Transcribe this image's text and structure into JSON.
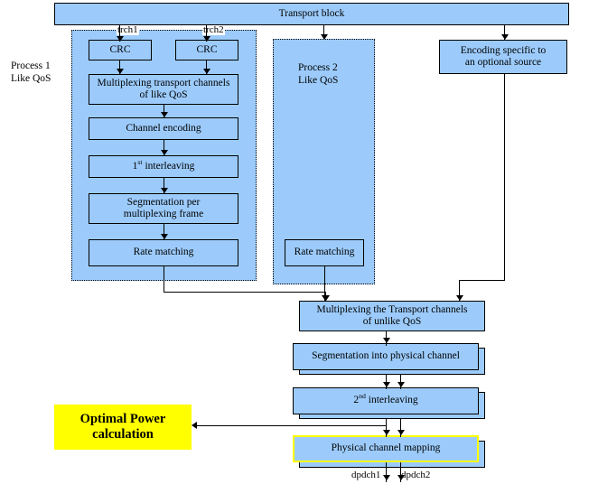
{
  "diagram": {
    "title": "Transport channel multiplexing and physical channel mapping chain",
    "colors": {
      "box_fill": "#9CCBFB",
      "box_border": "#000000",
      "highlight_fill": "#FFFF00",
      "highlight_border": "#FFFF00",
      "background": "#FFFFFF"
    }
  },
  "nodes": {
    "transport_block": "Transport block",
    "crc_1": "CRC",
    "crc_2": "CRC",
    "mux_like_qos_line1": "Multiplexing transport channels",
    "mux_like_qos_line2": "of like QoS",
    "channel_encoding": "Channel encoding",
    "first_interleaving_prefix": "1",
    "first_interleaving_sup": "st",
    "first_interleaving_suffix": " interleaving",
    "segmentation_line1": "Segmentation per",
    "segmentation_line2": "multiplexing frame",
    "rate_matching_p1": "Rate matching",
    "rate_matching_p2": "Rate matching",
    "encoding_optional_line1": "Encoding specific to",
    "encoding_optional_line2": "an optional source",
    "mux_unlike_qos_line1": "Multiplexing the Transport channels",
    "mux_unlike_qos_line2": "of unlike QoS",
    "segmentation_physical": "Segmentation into physical channel",
    "second_interleaving_prefix": "2",
    "second_interleaving_sup": "nd",
    "second_interleaving_suffix": " interleaving",
    "physical_channel_mapping": "Physical channel mapping",
    "optimal_power_line1": "Optimal Power",
    "optimal_power_line2": "calculation"
  },
  "regions": {
    "process_1_line1": "Process 1",
    "process_1_line2": "Like QoS",
    "process_2_line1": "Process 2",
    "process_2_line2": "Like QoS"
  },
  "edge_labels": {
    "trch1": "trch1",
    "trch2": "trch2",
    "dpdch1": "dpdch1",
    "dpdch2": "dpdch2"
  }
}
